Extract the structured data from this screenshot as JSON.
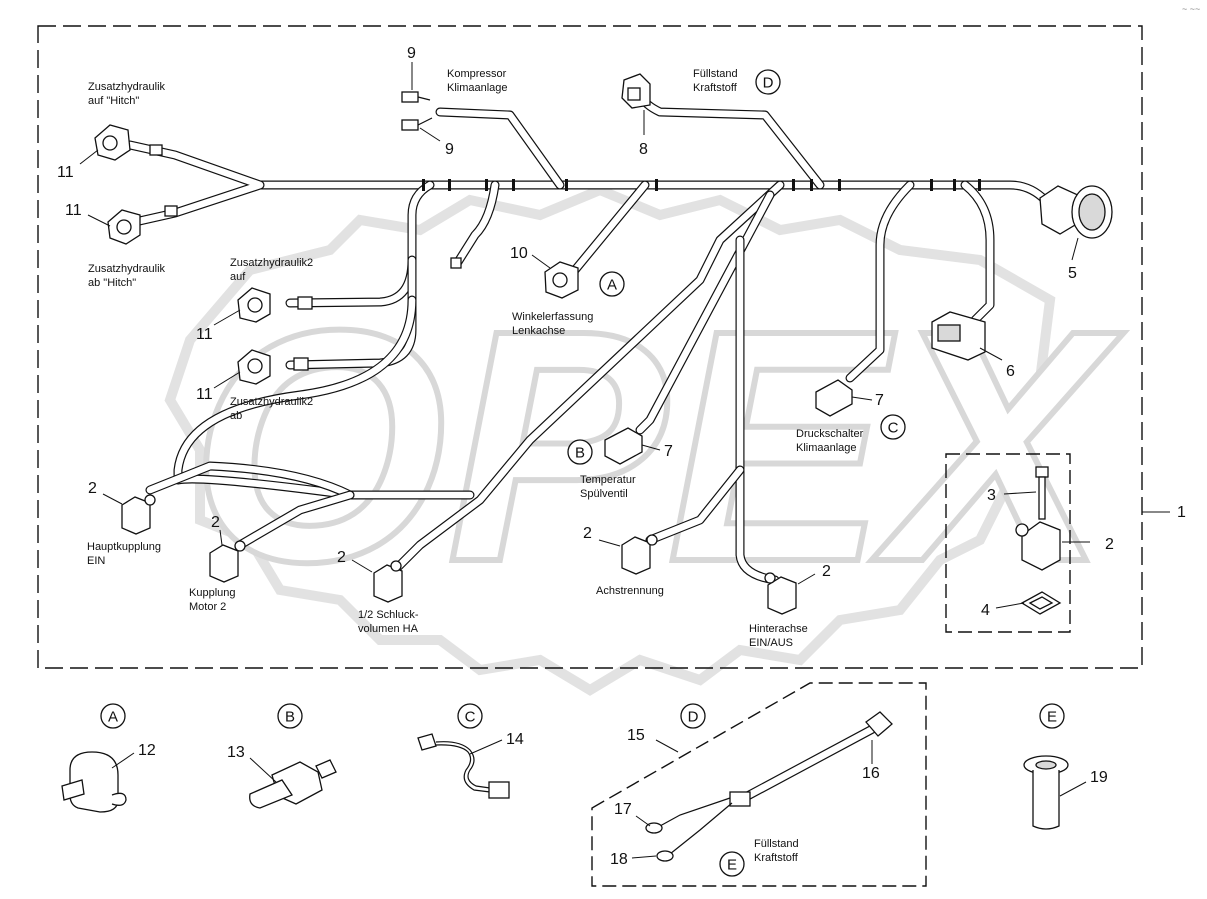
{
  "watermark": "OPEX",
  "corner_mark": "~ ~~",
  "main_group_number": "1",
  "labels": {
    "zh_hitch_auf": [
      "Zusatzhydraulik",
      "auf \"Hitch\""
    ],
    "zh_hitch_ab": [
      "Zusatzhydraulik",
      "ab \"Hitch\""
    ],
    "zh2_auf": [
      "Zusatzhydraulik2",
      "auf"
    ],
    "zh2_ab": [
      "Zusatzhydraulik2",
      "ab"
    ],
    "kompressor": [
      "Kompressor",
      "Klimaanlage"
    ],
    "fuellstand_top": [
      "Füllstand",
      "Kraftstoff"
    ],
    "winkel": [
      "Winkelerfassung",
      "Lenkachse"
    ],
    "druckschalter": [
      "Druckschalter",
      "Klimaanlage"
    ],
    "temperatur": [
      "Temperatur",
      "Spülventil"
    ],
    "hauptkupplung": [
      "Hauptkupplung",
      "EIN"
    ],
    "kupplung_motor": [
      "Kupplung",
      "Motor 2"
    ],
    "schluck": [
      "1/2 Schluck-",
      "volumen HA"
    ],
    "achstrennung": [
      "Achstrennung"
    ],
    "hinterachse": [
      "Hinterachse",
      "EIN/AUS"
    ],
    "fuellstand_d": [
      "Füllstand",
      "Kraftstoff"
    ]
  },
  "circles": {
    "A": "A",
    "B": "B",
    "C": "C",
    "D": "D",
    "E": "E"
  },
  "numbers": {
    "n1": "1",
    "n2": "2",
    "n3": "3",
    "n4": "4",
    "n5": "5",
    "n6": "6",
    "n7": "7",
    "n8": "8",
    "n9": "9",
    "n10": "10",
    "n11": "11",
    "n12": "12",
    "n13": "13",
    "n14": "14",
    "n15": "15",
    "n16": "16",
    "n17": "17",
    "n18": "18",
    "n19": "19"
  }
}
